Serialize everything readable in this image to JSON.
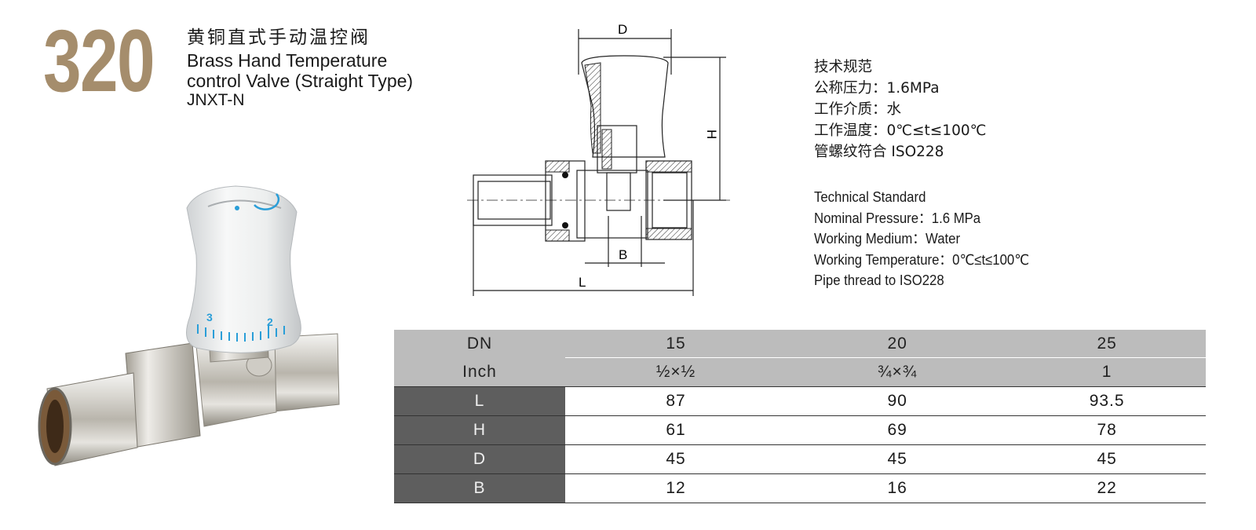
{
  "header": {
    "model_number": "320",
    "title_cn": "黄铜直式手动温控阀",
    "title_en_line1": "Brass Hand Temperature",
    "title_en_line2": "control Valve (Straight Type)",
    "model_code": "JNXT-N"
  },
  "photo": {
    "dial_marks": [
      "3",
      "2"
    ]
  },
  "drawing": {
    "dim_labels": {
      "D": "D",
      "H": "H",
      "B": "B",
      "L": "L"
    }
  },
  "specs_cn": {
    "heading": "技术规范",
    "pressure": "公称压力：1.6MPa",
    "medium": "工作介质：水",
    "temperature": "工作温度：0℃≤t≤100℃",
    "thread": "管螺纹符合 ISO228"
  },
  "specs_en": {
    "heading": "Technical Standard",
    "pressure": "Nominal Pressure：1.6 MPa",
    "medium": "Working Medium：Water",
    "temperature": "Working Temperature：0℃≤t≤100℃",
    "thread": "Pipe thread to ISO228"
  },
  "table": {
    "header_dn": {
      "label": "DN",
      "values": [
        "15",
        "20",
        "25"
      ]
    },
    "header_inch": {
      "label": "Inch",
      "values": [
        "½×½",
        "¾×¾",
        "1"
      ]
    },
    "rows": [
      {
        "label": "L",
        "values": [
          "87",
          "90",
          "93.5"
        ]
      },
      {
        "label": "H",
        "values": [
          "61",
          "69",
          "78"
        ]
      },
      {
        "label": "D",
        "values": [
          "45",
          "45",
          "45"
        ]
      },
      {
        "label": "B",
        "values": [
          "12",
          "16",
          "22"
        ]
      }
    ]
  },
  "colors": {
    "model_number": "#a58d6c",
    "table_header_bg": "#bcbcbc",
    "row_label_bg": "#5e5e5e",
    "dial_blue": "#2a9ed8"
  }
}
